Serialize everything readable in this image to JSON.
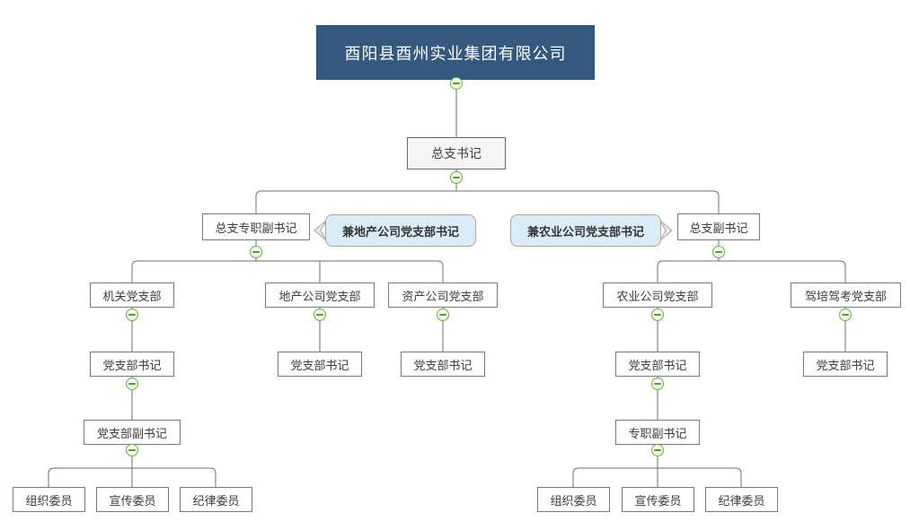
{
  "org": {
    "root": "酉阳县酉州实业集团有限公司",
    "general_secretary": "总支书记",
    "deputies": {
      "left": "总支专职副书记",
      "right": "总支副书记"
    },
    "callouts": {
      "left": "兼地产公司党支部书记",
      "right": "兼农业公司党支部书记"
    },
    "branches": [
      "机关党支部",
      "地产公司党支部",
      "资产公司党支部",
      "农业公司党支部",
      "驾培驾考党支部"
    ],
    "branch_secretary": "党支部书记",
    "branch_deputies": {
      "left": "党支部副书记",
      "right": "专职副书记"
    },
    "committees": [
      "组织委员",
      "宣传委员",
      "纪律委员"
    ]
  },
  "icons": {
    "collapse_icon": "−"
  },
  "colors": {
    "root_bg": "#35597e",
    "root_text": "#ffffff",
    "selected_node_bg": "#f5f5f5",
    "node_border": "#7a7a7a",
    "connector_line": "#6e6e6e",
    "collapse_green": "#68b23c",
    "callout_bg": "#d9edf8",
    "callout_border": "#b3a295"
  }
}
